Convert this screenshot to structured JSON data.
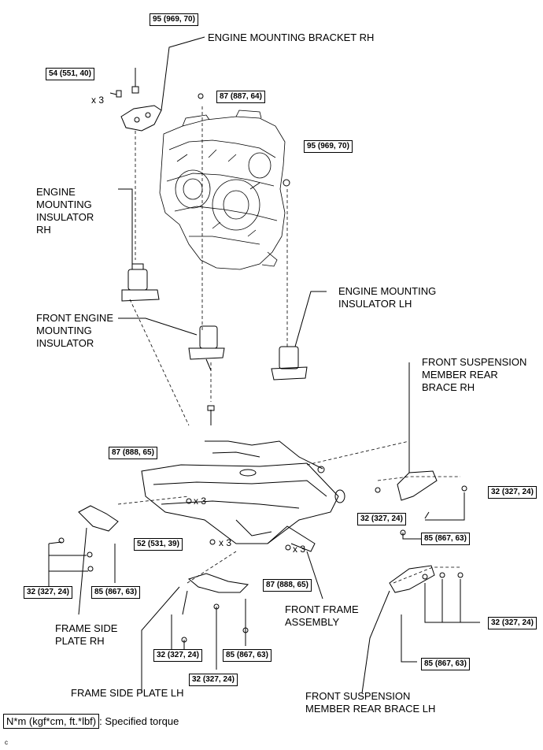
{
  "torques": {
    "t95_bracket": "95 (969, 70)",
    "t54": "54 (551, 40)",
    "t87_top": "87 (887, 64)",
    "t95_engine": "95 (969, 70)",
    "t87_mid": "87 (888, 65)",
    "t52": "52 (531, 39)",
    "t87_bot": "87 (888, 65)",
    "t32_right_a": "32 (327, 24)",
    "t32_mid": "32 (327, 24)",
    "t85_right": "85 (867, 63)",
    "t32_left": "32 (327, 24)",
    "t85_left": "85 (867, 63)",
    "t32_plate_a": "32 (327, 24)",
    "t85_plate": "85 (867, 63)",
    "t32_plate_b": "32 (327, 24)",
    "t32_right_b": "32 (327, 24)",
    "t85_right_b": "85 (867, 63)"
  },
  "labels": {
    "bracket_rh": "ENGINE MOUNTING BRACKET RH",
    "insulator_rh": [
      "ENGINE",
      "MOUNTING",
      "INSULATOR",
      "RH"
    ],
    "front_insulator": [
      "FRONT ENGINE",
      "MOUNTING",
      "INSULATOR"
    ],
    "insulator_lh": [
      "ENGINE MOUNTING",
      "INSULATOR LH"
    ],
    "brace_rh": [
      "FRONT SUSPENSION",
      "MEMBER REAR",
      "BRACE RH"
    ],
    "frame_assembly": [
      "FRONT FRAME",
      "ASSEMBLY"
    ],
    "side_plate_rh": [
      "FRAME SIDE",
      "PLATE RH"
    ],
    "side_plate_lh": "FRAME SIDE PLATE LH",
    "brace_lh": [
      "FRONT SUSPENSION",
      "MEMBER REAR BRACE LH"
    ]
  },
  "multipliers": {
    "x3": "x 3"
  },
  "legend": {
    "unit": "N*m (kgf*cm, ft.*lbf)",
    "text": ": Specified torque"
  },
  "figure_code": "c"
}
